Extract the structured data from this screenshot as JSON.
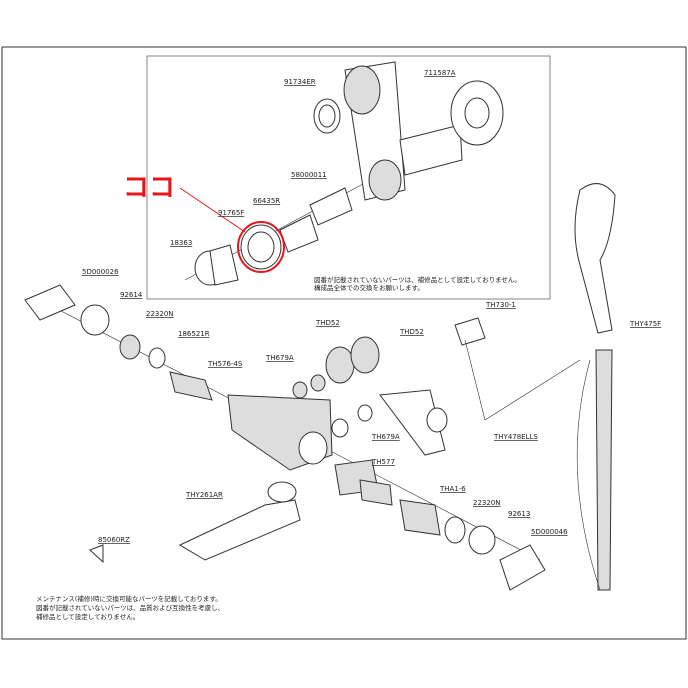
{
  "callout": {
    "text": "ココ",
    "color": "#e8141b"
  },
  "inset": {
    "labels": [
      "91734ER",
      "711587A",
      "58000011",
      "66435R",
      "91765F",
      "18363"
    ],
    "note": [
      "図番が記載されていないパーツは、補修品として設定しておりません。",
      "構成品全体での交換をお願いします。"
    ]
  },
  "main": {
    "labels": [
      "5D000026",
      "92614",
      "22320N",
      "186521R",
      "TH576-4S",
      "TH679A",
      "THD52",
      "THD52",
      "TH730-1",
      "THY475F",
      "THY478ELLS",
      "TH679A",
      "TH577",
      "THA1-6",
      "22320N",
      "92613",
      "5D000046",
      "THY261AR",
      "85060RZ"
    ],
    "note": [
      "メンテナンス(補修)時に交換可能なパーツを記載しております。",
      "図番が記載されていないパーツは、品質および互換性を考慮し、",
      "補修品として設定しておりません。"
    ]
  }
}
